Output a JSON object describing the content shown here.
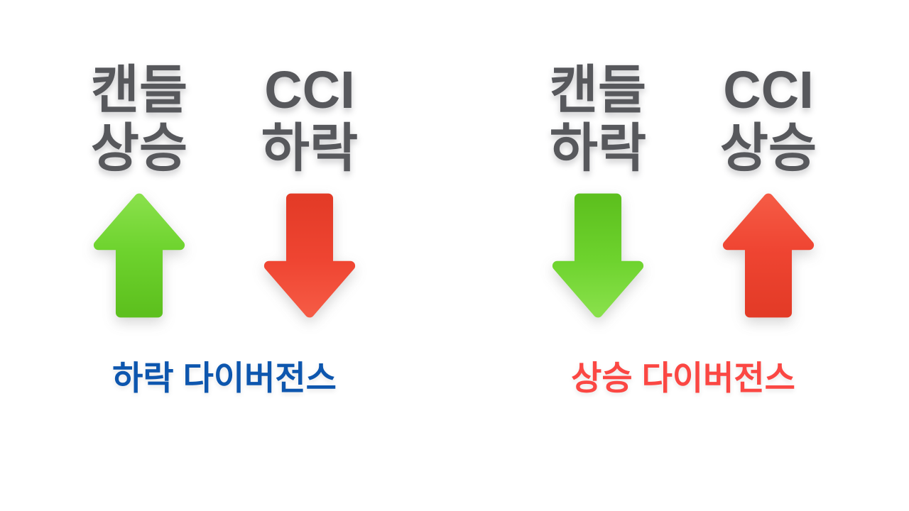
{
  "colors": {
    "background": "#ffffff",
    "heading_text": "#57585c",
    "green_light": "#88e04a",
    "green_main": "#6ed32e",
    "green_dark": "#5dc01e",
    "red_light": "#f55a44",
    "red_main": "#ef4532",
    "red_dark": "#e33b27",
    "caption_left": "#0d56ae",
    "caption_right": "#fb4743"
  },
  "left_panel": {
    "candle": {
      "line1": "캔들",
      "line2": "상승",
      "arrow_direction": "up",
      "arrow_color": "green"
    },
    "cci": {
      "line1": "CCI",
      "line2": "하락",
      "arrow_direction": "down",
      "arrow_color": "red"
    },
    "caption": "하락 다이버전스"
  },
  "right_panel": {
    "candle": {
      "line1": "캔들",
      "line2": "하락",
      "arrow_direction": "down",
      "arrow_color": "green"
    },
    "cci": {
      "line1": "CCI",
      "line2": "상승",
      "arrow_direction": "up",
      "arrow_color": "red"
    },
    "caption": "상승 다이버전스"
  }
}
